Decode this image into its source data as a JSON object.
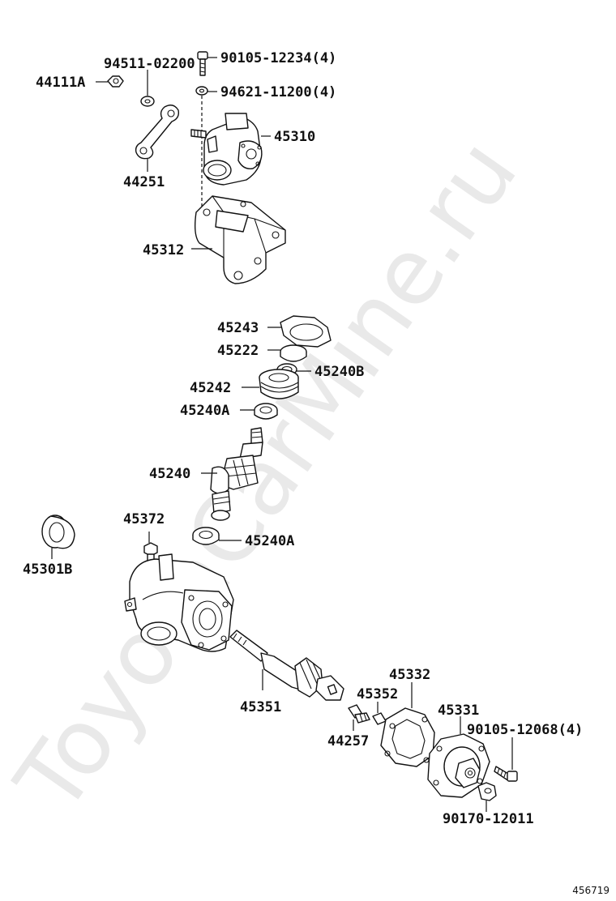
{
  "watermark": "ToyotaCarMine.ru",
  "figure_number": "456719",
  "labels": {
    "p44111A": "44111A",
    "p94511": "94511-02200",
    "p90105a": "90105-12234(4)",
    "p94621": "94621-11200(4)",
    "p45310": "45310",
    "p44251": "44251",
    "p45312": "45312",
    "p45243": "45243",
    "p45222": "45222",
    "p45240B": "45240B",
    "p45242": "45242",
    "p45240A_top": "45240A",
    "p45240": "45240",
    "p45240A_bottom": "45240A",
    "p45372": "45372",
    "p45301B": "45301B",
    "p45332": "45332",
    "p45352": "45352",
    "p45331": "45331",
    "p45351": "45351",
    "p44257": "44257",
    "p90105b": "90105-12068(4)",
    "p90170": "90170-12011"
  }
}
